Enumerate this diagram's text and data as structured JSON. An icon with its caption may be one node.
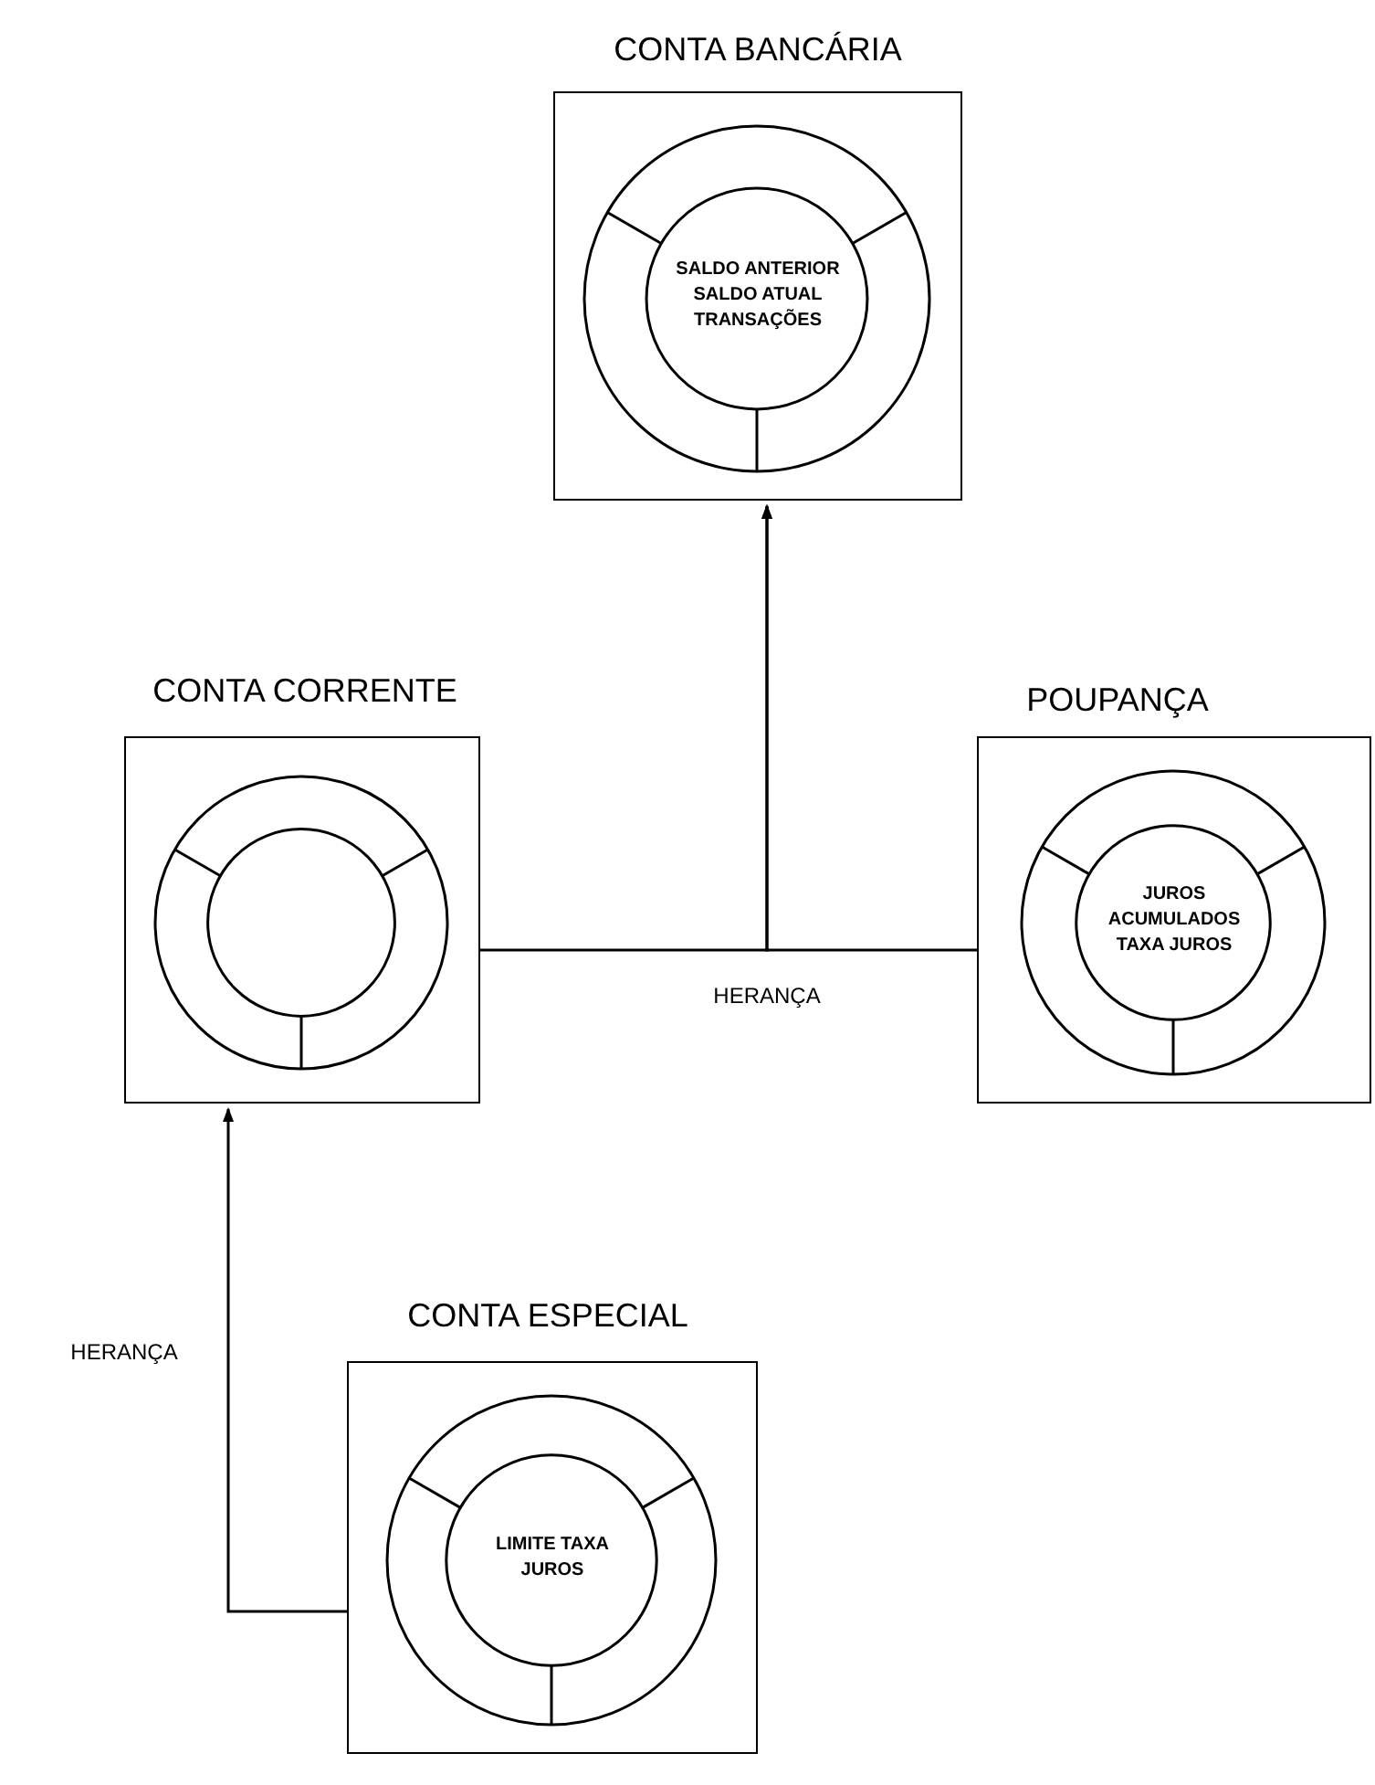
{
  "diagram": {
    "nodes": [
      {
        "text": [
          "CONTA BANCÁRIA",
          "SALDO ANTERIOR SALDO ATUAL TRANSAÇÕES"
        ]
      },
      {
        "text": [
          "CONTA CORRENTE"
        ]
      },
      {
        "text": [
          "POUPANÇA",
          "JUROS ACUMULADOS TAXA JUROS"
        ]
      },
      {
        "text": [
          "CONTA ESPECIAL",
          "LIMITE TAXA JUROS"
        ]
      }
    ],
    "edges": [
      {
        "from": 1,
        "to": 0,
        "arrow": "to",
        "label": "HERANÇA"
      },
      {
        "from": 2,
        "to": 0,
        "arrow": "to"
      },
      {
        "from": 3,
        "to": 1,
        "arrow": "to",
        "label": "HERANÇA"
      }
    ]
  }
}
